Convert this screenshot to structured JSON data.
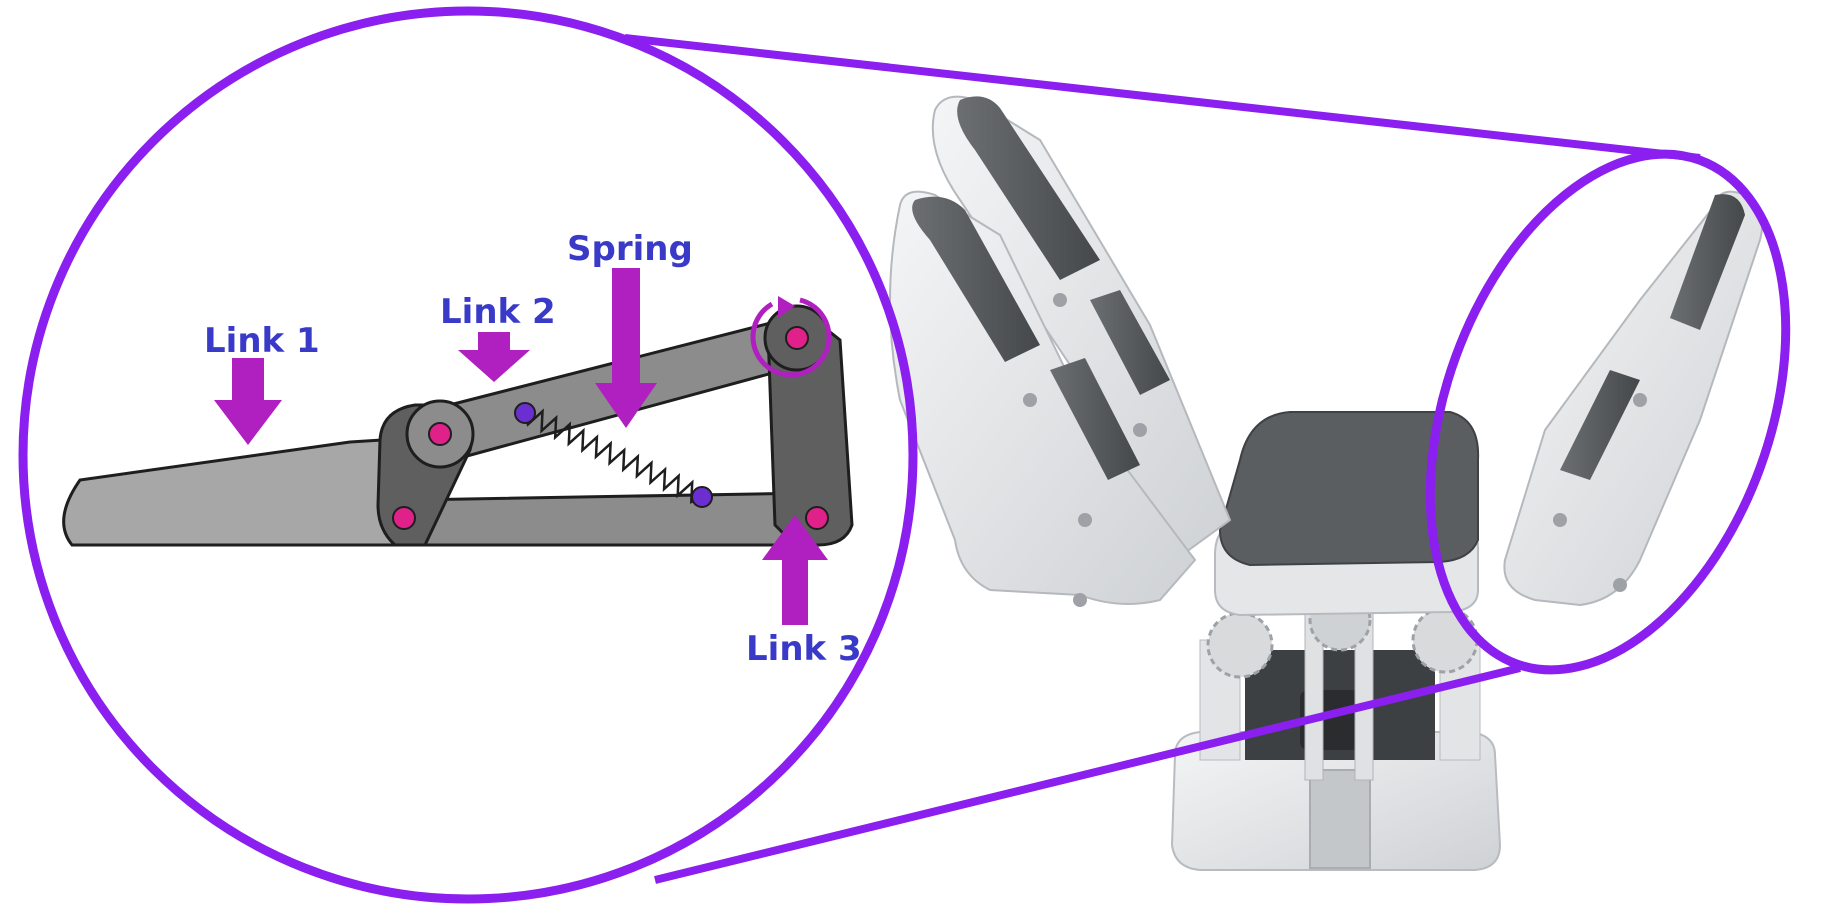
{
  "colors": {
    "outline": "#8a1ff0",
    "label": "#3a3ac8",
    "arrow": "#b01fbf",
    "pin": "#e0218a",
    "link_light": "#a7a7a7",
    "link_dark": "#5f5f5f",
    "link_mid": "#8c8c8c",
    "gripper_white": "#e6e8ea",
    "gripper_pad": "#555a5c"
  },
  "labels": {
    "link1": "Link 1",
    "link2": "Link 2",
    "spring": "Spring",
    "link3": "Link 3"
  },
  "icons": {
    "rotation": "rotation-arrow-icon"
  }
}
